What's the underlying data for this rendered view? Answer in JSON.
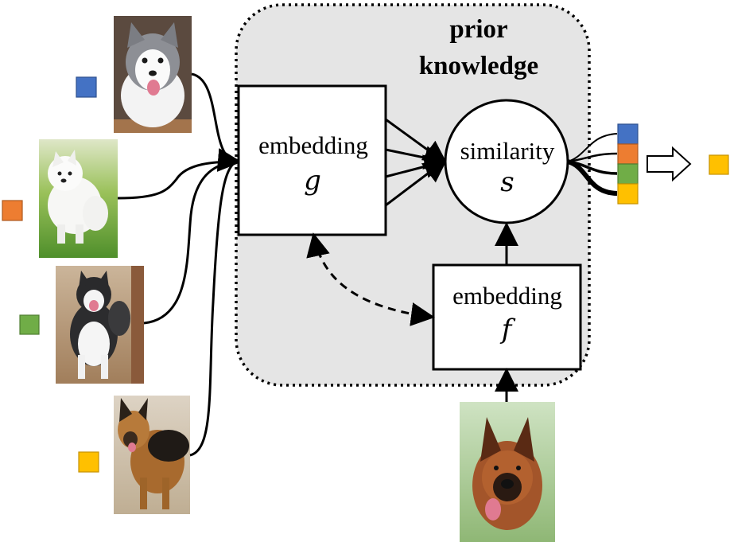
{
  "prior_knowledge": {
    "line1": "prior",
    "line2": "knowledge"
  },
  "embedding_g": {
    "label": "embedding",
    "symbol": "g"
  },
  "similarity": {
    "label": "similarity",
    "symbol": "s"
  },
  "embedding_f": {
    "label": "embedding",
    "symbol": "f"
  },
  "support_images": [
    {
      "name": "husky-puppy-photo",
      "label_color": "#4472C4"
    },
    {
      "name": "samoyed-photo",
      "label_color": "#ED7D31"
    },
    {
      "name": "malamute-photo",
      "label_color": "#70AD47"
    },
    {
      "name": "german-shepherd-photo",
      "label_color": "#FFC000"
    }
  ],
  "query_image": {
    "name": "german-shepherd-query-photo"
  },
  "output": {
    "predicted_color": "#FFC000"
  },
  "colors": {
    "prior_fill": "#E5E5E5",
    "stroke": "#000000",
    "blue": "#4472C4",
    "orange": "#ED7D31",
    "green": "#70AD47",
    "yellow": "#FFC000"
  }
}
